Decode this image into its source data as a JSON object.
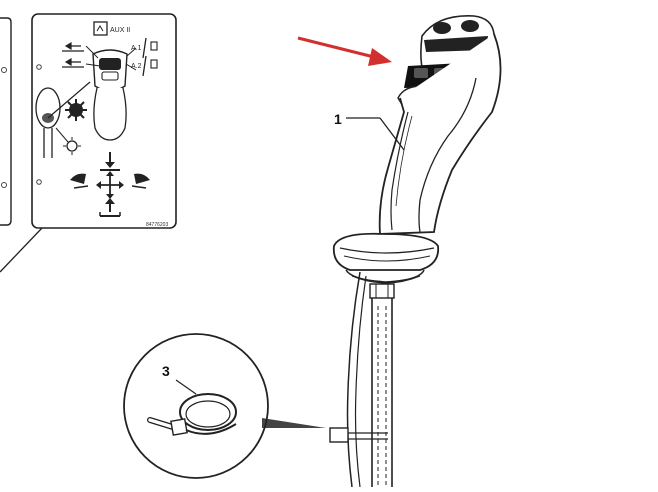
{
  "decal": {
    "aux_label": "AUX II",
    "a1_label": "A.1",
    "a2_label": "A.2",
    "part_number": "84776203"
  },
  "callouts": [
    {
      "id": "joystick",
      "number": "1"
    },
    {
      "id": "cable-tie",
      "number": "3"
    }
  ],
  "arrow_color": "#d32f2f"
}
